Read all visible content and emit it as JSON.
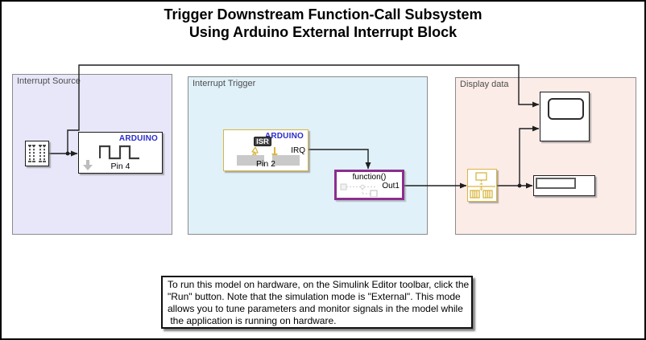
{
  "title": {
    "line1": "Trigger Downstream Function-Call Subsystem",
    "line2": "Using Arduino External Interrupt Block"
  },
  "areas": {
    "interrupt_source": {
      "label": "Interrupt Source"
    },
    "interrupt_trigger": {
      "label": "Interrupt Trigger"
    },
    "display_data": {
      "label": "Display data"
    }
  },
  "blocks": {
    "digital_output": {
      "brand": "ARDUINO",
      "label": "Pin 4"
    },
    "external_interrupt": {
      "brand": "ARDUINO",
      "badge": "ISR",
      "label": "Pin 2",
      "port": "IRQ"
    },
    "function_call_subsystem": {
      "title": "function()",
      "port": "Out1"
    }
  },
  "note": {
    "lines": [
      "To run this model on hardware, on the Simulink Editor toolbar, click the",
      "\"Run\" button. Note that the simulation mode is \"External\". This mode",
      "allows you to tune parameters and monitor signals in the model while",
      " the application is running on hardware."
    ]
  },
  "colors": {
    "arduino_blue": "#2b2bd0",
    "gold": "#d9b63e",
    "purple": "#8b2e8f",
    "wire": "#1f1f1f",
    "area_source_fill": "#e7e7f9",
    "area_trigger_fill": "#e0f1f9",
    "area_display_fill": "#fbece8",
    "area_border": "#8c8c8c",
    "label_gray": "#4d4d4d",
    "badge_bg": "#3f3f3f",
    "gray_fill": "#c9c9c9"
  }
}
